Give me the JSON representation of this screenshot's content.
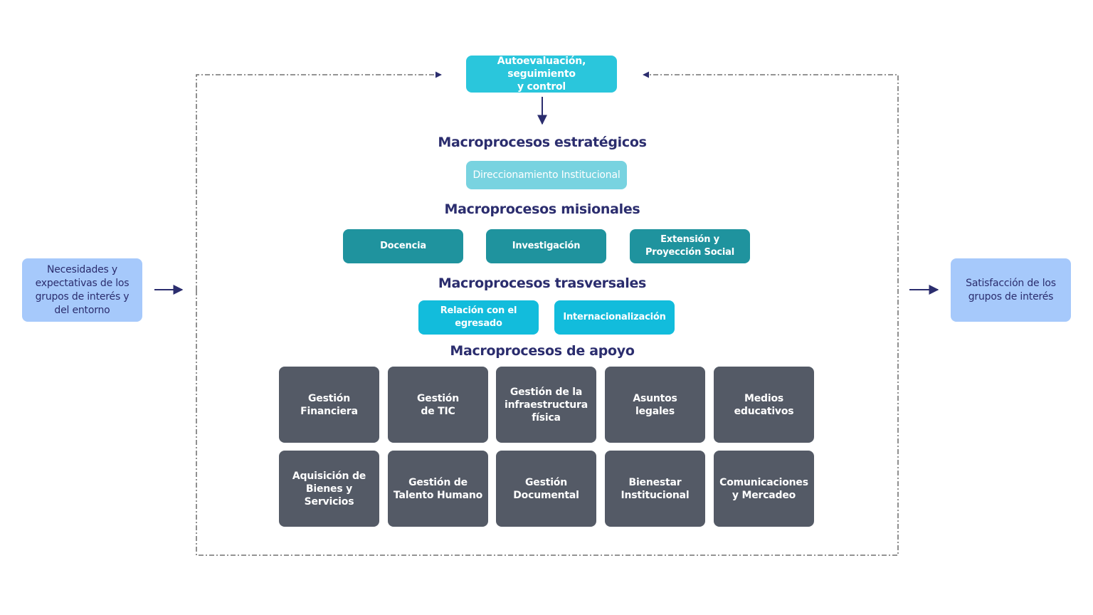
{
  "feedback": {
    "label": "Autoevaluación, seguimiento\ny control"
  },
  "inputs": {
    "label": "Necesidades y\nexpectativas de los\ngrupos de interés y\ndel entorno"
  },
  "outputs": {
    "label": "Satisfacción de los\ngrupos de interés"
  },
  "strategic": {
    "heading": "Macroprocesos estratégicos",
    "items": [
      "Direccionamiento Institucional"
    ]
  },
  "missional": {
    "heading": "Macroprocesos misionales",
    "items": [
      "Docencia",
      "Investigación",
      "Extensión y\nProyección Social"
    ]
  },
  "transversal": {
    "heading": "Macroprocesos trasversales",
    "items": [
      "Relación con el\negresado",
      "Internacionalización"
    ]
  },
  "support": {
    "heading": "Macroprocesos de apoyo",
    "items": [
      "Gestión\nFinanciera",
      "Gestión\nde TIC",
      "Gestión de la\ninfraestructura\nfísica",
      "Asuntos\nlegales",
      "Medios\neducativos",
      "Aquisición de\nBienes y Servicios",
      "Gestión de\nTalento Humano",
      "Gestión\nDocumental",
      "Bienestar\nInstitucional",
      "Comunicaciones\ny Mercadeo"
    ]
  },
  "colors": {
    "heading": "#2b2d6e",
    "feedback_box": "#2ac6dc",
    "strategic_box": "#78d3e0",
    "missional_box": "#1f939e",
    "transversal_box": "#12bcdc",
    "support_box": "#545a66",
    "side_box": "#a6c9fb"
  }
}
